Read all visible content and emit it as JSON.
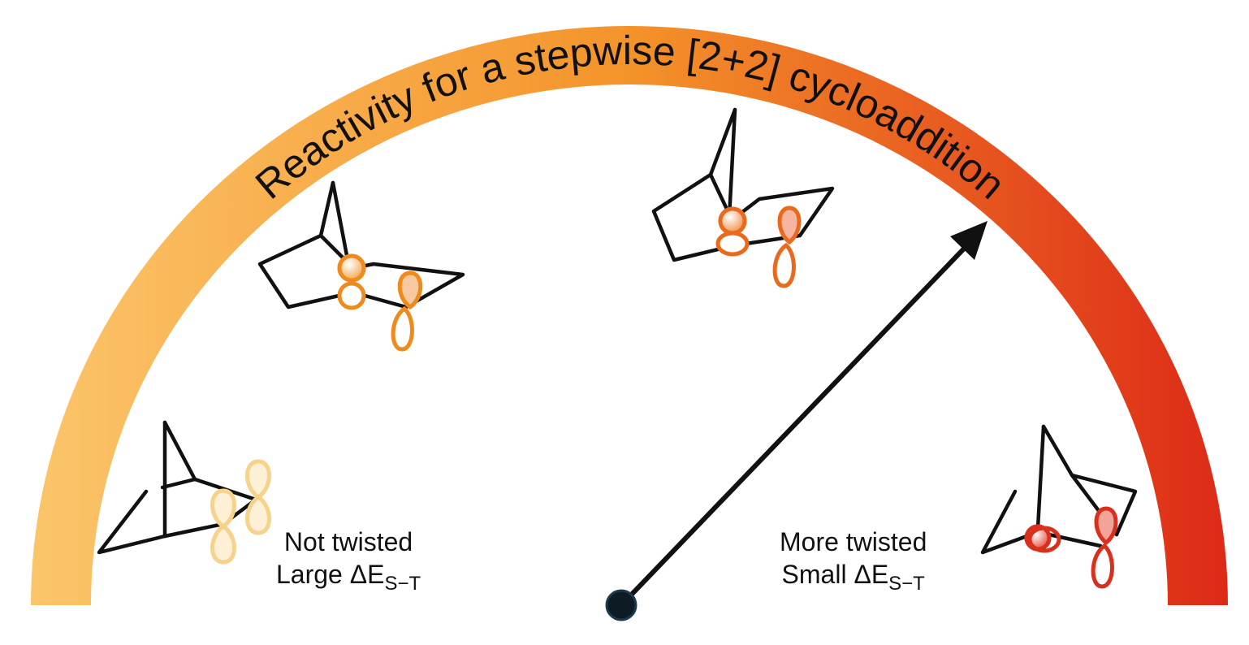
{
  "gauge": {
    "title": "Reactivity for a stepwise [2+2] cycloaddition",
    "colors": {
      "start": "#fbc56a",
      "middle": "#f4932a",
      "end": "#dd2a17"
    }
  },
  "molecules": [
    {
      "name": "norbornene",
      "twist": "none",
      "orbital_color": "#f7d28a"
    },
    {
      "name": "bicyclic-alkene-1",
      "twist": "slight",
      "orbital_color": "#ef8a1e"
    },
    {
      "name": "bicyclic-alkene-2",
      "twist": "medium",
      "orbital_color": "#e96a1c"
    },
    {
      "name": "bicyclic-alkene-3",
      "twist": "high",
      "orbital_color": "#d9301d"
    }
  ],
  "labels": {
    "left": {
      "line1": "Not twisted",
      "line2_main": "Large ΔE",
      "line2_sub": "S−T"
    },
    "right": {
      "line1": "More twisted",
      "line2_main": "Small ΔE",
      "line2_sub": "S−T"
    }
  },
  "needle": {
    "color": "#111111",
    "hub_fill": "#0d1b24",
    "level_fraction": 0.78
  }
}
